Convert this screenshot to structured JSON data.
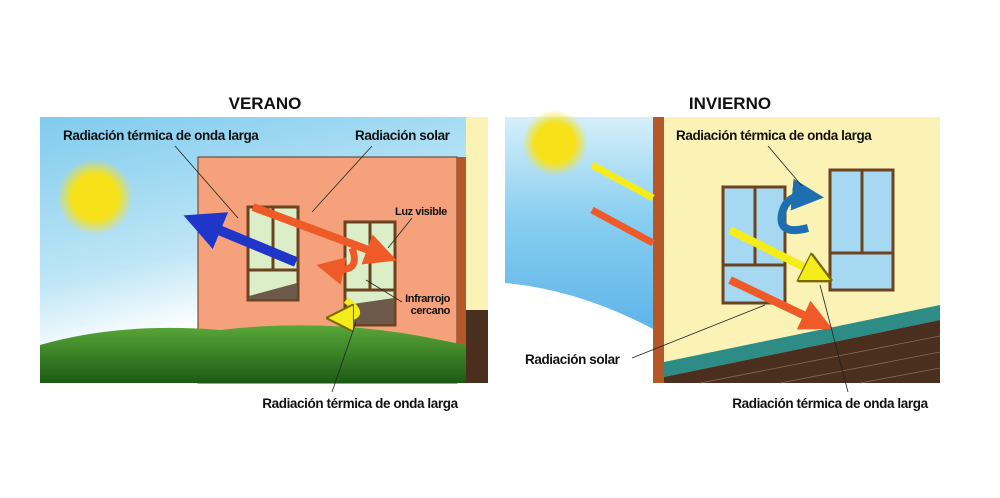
{
  "summer": {
    "title": "VERANO",
    "label_longwave_top": "Radiación térmica de onda larga",
    "label_solar": "Radiación solar",
    "label_visible": "Luz visible",
    "label_nir_1": "Infrarrojo",
    "label_nir_2": "cercano",
    "label_longwave_bottom": "Radiación térmica de onda larga"
  },
  "winter": {
    "title": "INVIERNO",
    "label_longwave_top": "Radiación térmica de onda larga",
    "label_solar": "Radiación solar",
    "label_longwave_bottom": "Radiación térmica de onda larga"
  },
  "colors": {
    "summer_wall": "#f5a27c",
    "winter_wall": "#fbf3b6",
    "sky": "#8fd0ee",
    "sun": "#f7e21a",
    "solar_orange": "#ef5a28",
    "solar_yellow": "#f5ec1c",
    "longwave_blue": "#1f36c8",
    "teal": "#2e8c86",
    "floor": "#4a2e1e"
  }
}
